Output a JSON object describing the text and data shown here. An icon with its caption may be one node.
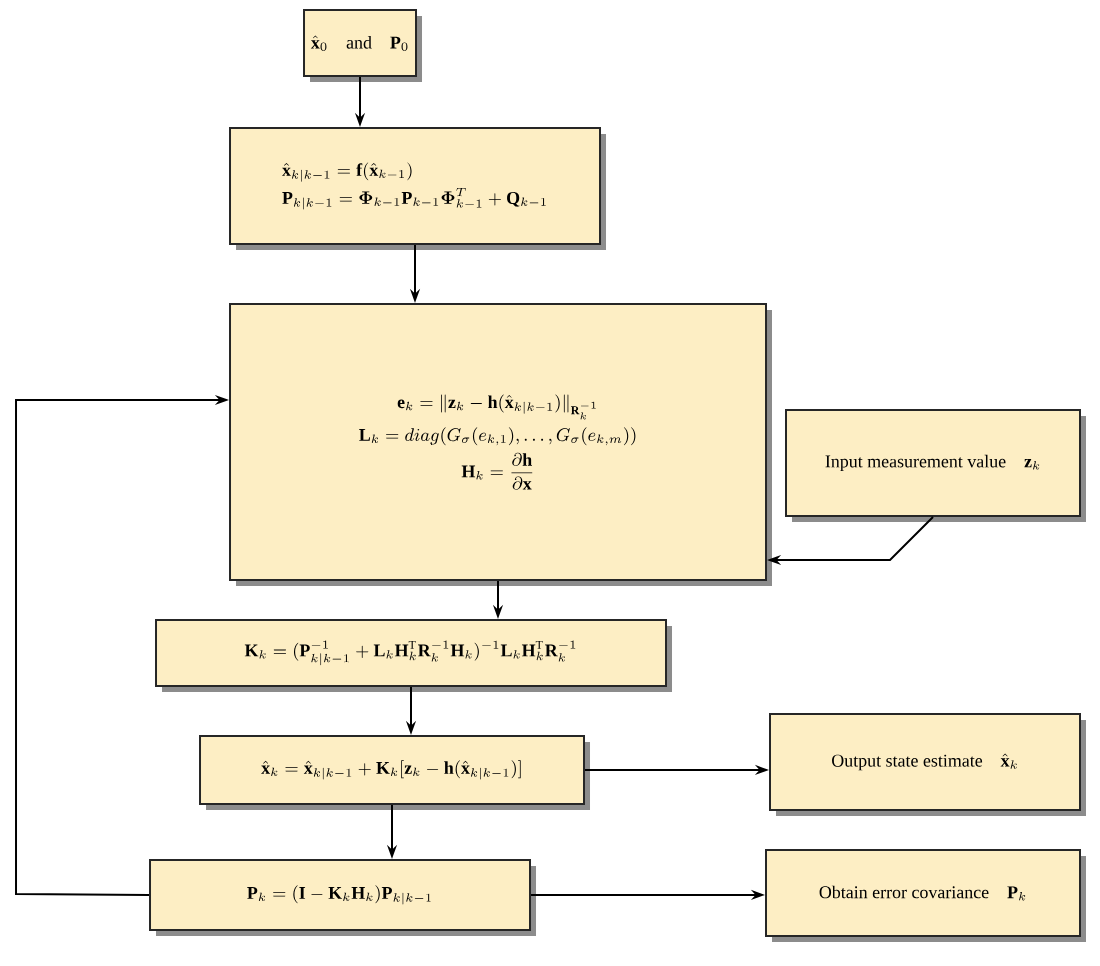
{
  "diagram": {
    "nodes": [
      {
        "text": [
          "\\hat{\\mathbf{x}}_0\\quad\\text{and}\\quad\\mathbf{P}_0"
        ]
      },
      {
        "text": [
          "\\hat{\\mathbf{x}}_{k|k-1}=\\mathbf{f}(\\hat{\\mathbf{x}}_{k-1})",
          "\\mathbf{P}_{k|k-1}=\\boldsymbol{\\Phi}_{k-1}\\mathbf{P}_{k-1}\\boldsymbol{\\Phi}_{k-1}^{T}+\\mathbf{Q}_{k-1}"
        ]
      },
      {
        "text": [
          "\\mathbf{e}_k=\\|\\mathbf{z}_k-\\mathbf{h}(\\hat{\\mathbf{x}}_{k|k-1})\\|_{\\mathbf{R}_k^{-1}}",
          "\\mathbf{L}_k=diag(G_\\sigma(e_{k,1}),\\ldots,G_\\sigma(e_{k,m}))",
          "\\mathbf{H}_k=\\frac{\\partial\\mathbf{h}}{\\partial\\mathbf{x}}"
        ]
      },
      {
        "text": [
          "\\text{Input measurement value}\\quad\\mathbf{z}_k"
        ]
      },
      {
        "text": [
          "\\mathbf{K}_k=(\\mathbf{P}_{k|k-1}^{-1}+\\mathbf{L}_k\\mathbf{H}_k^{\\mathrm{T}}\\mathbf{R}_k^{-1}\\mathbf{H}_k)^{-1}\\mathbf{L}_k\\mathbf{H}_k^{\\mathrm{T}}\\mathbf{R}_k^{-1}"
        ]
      },
      {
        "text": [
          "\\hat{\\mathbf{x}}_k=\\hat{\\mathbf{x}}_{k|k-1}+\\mathbf{K}_k[\\mathbf{z}_k-\\mathbf{h}(\\hat{\\mathbf{x}}_{k|k-1})]"
        ]
      },
      {
        "text": [
          "\\text{Output state estimate}\\quad\\hat{\\mathbf{x}}_k"
        ]
      },
      {
        "text": [
          "\\mathbf{P}_k=(\\mathbf{I}-\\mathbf{K}_k\\mathbf{H}_k)\\mathbf{P}_{k|k-1}"
        ]
      },
      {
        "text": [
          "\\text{Obtain error covariance}\\quad\\mathbf{P}_k"
        ]
      }
    ],
    "edges": [
      {
        "from": 0,
        "to": 1,
        "arrow": "to"
      },
      {
        "from": 1,
        "to": 2,
        "arrow": "to"
      },
      {
        "from": 3,
        "to": 2,
        "arrow": "to"
      },
      {
        "from": 2,
        "to": 4,
        "arrow": "to"
      },
      {
        "from": 4,
        "to": 5,
        "arrow": "to"
      },
      {
        "from": 5,
        "to": 6,
        "arrow": "to"
      },
      {
        "from": 5,
        "to": 7,
        "arrow": "to"
      },
      {
        "from": 7,
        "to": 8,
        "arrow": "to"
      },
      {
        "from": 7,
        "to": 2,
        "arrow": "to"
      }
    ]
  }
}
